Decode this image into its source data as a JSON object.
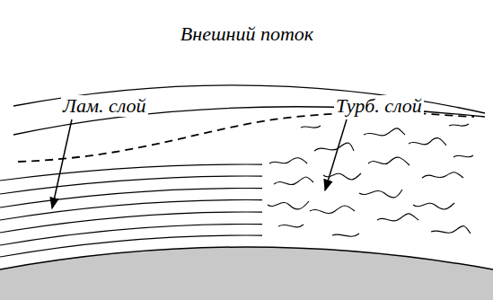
{
  "diagram": {
    "labels": [
      "Внешний поток",
      "Лам. слой",
      "Турб. слой"
    ]
  }
}
